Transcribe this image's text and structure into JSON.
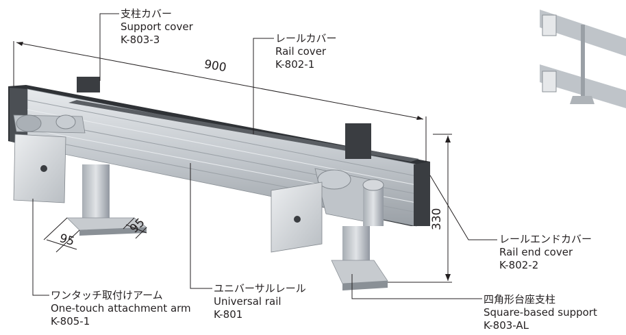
{
  "callouts": {
    "support_cover": {
      "ja": "支柱カバー",
      "en": "Support cover",
      "code": "K-803-3"
    },
    "rail_cover": {
      "ja": "レールカバー",
      "en": "Rail cover",
      "code": "K-802-1"
    },
    "rail_end_cover": {
      "ja": "レールエンドカバー",
      "en": "Rail end cover",
      "code": "K-802-2"
    },
    "square_based_support": {
      "ja": "四角形台座支柱",
      "en": "Square-based support",
      "code": "K-803-AL"
    },
    "universal_rail": {
      "ja": "ユニバーサルレール",
      "en": "Universal rail",
      "code": "K-801"
    },
    "one_touch_arm": {
      "ja": "ワンタッチ取付けアーム",
      "en": "One-touch attachment arm",
      "code": "K-805-1"
    }
  },
  "dimensions": {
    "length": "900",
    "height": "330",
    "base_width_left": "95",
    "base_width_right": "95"
  },
  "colors": {
    "line": "#231f20",
    "rail_face": "#c9ced3",
    "rail_dark": "#3c3f43",
    "metal_light": "#d7dadd",
    "metal_mid": "#aeb3b8",
    "metal_dark": "#7d8389"
  }
}
